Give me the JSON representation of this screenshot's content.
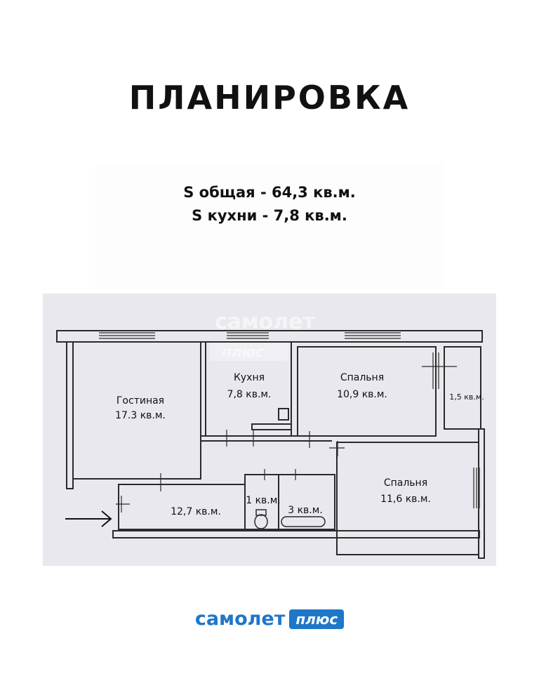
{
  "header": {
    "title": "ПЛАНИРОВКА"
  },
  "areas": {
    "total": "S общая - 64,3 кв.м.",
    "kitchen": "S кухни - 7,8 кв.м."
  },
  "plan": {
    "watermark": {
      "line1": "самолет",
      "line2": "плюс"
    },
    "rooms": {
      "living": {
        "name": "Гостиная",
        "area": "17.3 кв.м."
      },
      "kitchen": {
        "name": "Кухня",
        "area": "7,8 кв.м."
      },
      "bedroom1": {
        "name": "Спальня",
        "area": "10,9 кв.м."
      },
      "balcony": {
        "area": "1,5 кв.м."
      },
      "hall": {
        "area": "12,7 кв.м."
      },
      "toilet": {
        "area": "1 кв.м."
      },
      "bath": {
        "area": "3 кв.м."
      },
      "bedroom2": {
        "name": "Спальня",
        "area": "11,6 кв.м."
      }
    },
    "entrance_icon": "arrow-right-icon"
  },
  "brand": {
    "word": "самолет",
    "badge": "плюс",
    "color": "#1f77c8"
  }
}
